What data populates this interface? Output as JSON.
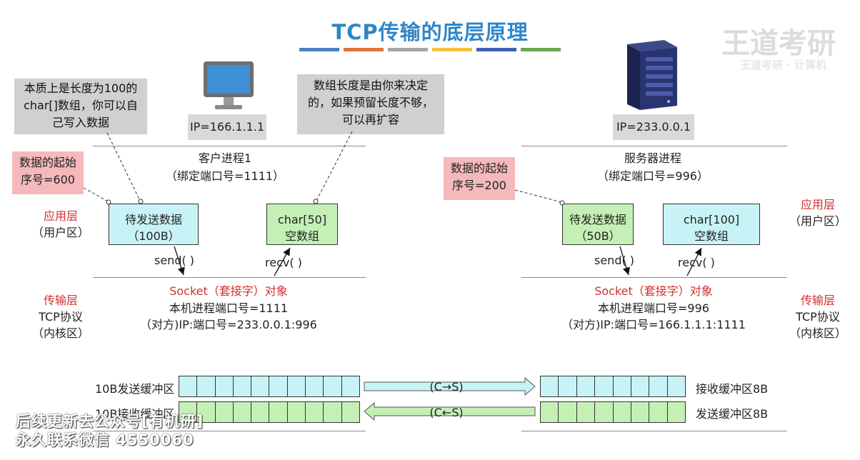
{
  "title": "TCP传输的底层原理",
  "stripe_colors": [
    "#4f81bd",
    "#e0733b",
    "#a5a5a5",
    "#f5c242",
    "#3f61b0",
    "#6aa84f"
  ],
  "notes": {
    "client_char_array": [
      "本质上是长度为100的",
      "char[]数组，你可以自",
      "己写入数据"
    ],
    "client_array_length": [
      "数组长度是由你来决定",
      "的，如果预留长度不够，",
      "可以再扩容"
    ],
    "client_seq": [
      "数据的起始",
      "序号=600"
    ],
    "server_seq": [
      "数据的起始",
      "序号=200"
    ]
  },
  "client": {
    "ip": "IP=166.1.1.1",
    "process_name": "客户进程1",
    "process_port": "（绑定端口号=1111）",
    "send_box": [
      "待发送数据",
      "（100B）"
    ],
    "recv_box": [
      "char[50]",
      "空数组"
    ],
    "send_label": "send( )",
    "recv_label": "recv( )",
    "socket_title": "Socket（套接字）对象",
    "socket_local": "本机进程端口号=1111",
    "socket_remote": "（对方)IP:端口号=233.0.0.1:996",
    "send_buffer_label": "10B发送缓冲区",
    "recv_buffer_label": "10B接收缓冲区",
    "send_buffer_cells": 10,
    "recv_buffer_cells": 10
  },
  "server": {
    "ip": "IP=233.0.0.1",
    "process_name": "服务器进程",
    "process_port": "（绑定端口号=996）",
    "send_box": [
      "待发送数据",
      "（50B）"
    ],
    "recv_box": [
      "char[100]",
      "空数组"
    ],
    "send_label": "send( )",
    "recv_label": "recv( )",
    "socket_title": "Socket（套接字）对象",
    "socket_local": "本机进程端口号=996",
    "socket_remote": "（对方)IP:端口号=166.1.1.1:1111",
    "recv_buffer_label": "接收缓冲区8B",
    "send_buffer_label": "发送缓冲区8B",
    "recv_buffer_cells": 8,
    "send_buffer_cells": 8
  },
  "layers": {
    "app_left": [
      "应用层",
      "（用户区）"
    ],
    "transport_left": [
      "传输层",
      "TCP协议",
      "（内核区）"
    ],
    "app_right": [
      "应用层",
      "（用户区）"
    ],
    "transport_right": [
      "传输层",
      "TCP协议",
      "（内核区）"
    ]
  },
  "arrows": {
    "c_to_s": "(C→S)",
    "c_from_s": "(C←S)"
  },
  "watermark": [
    "后续更新去公众号[有机研]",
    "永久联系微信 4550060"
  ],
  "logo": [
    "王道考研",
    "王道考研 · 计算机"
  ]
}
